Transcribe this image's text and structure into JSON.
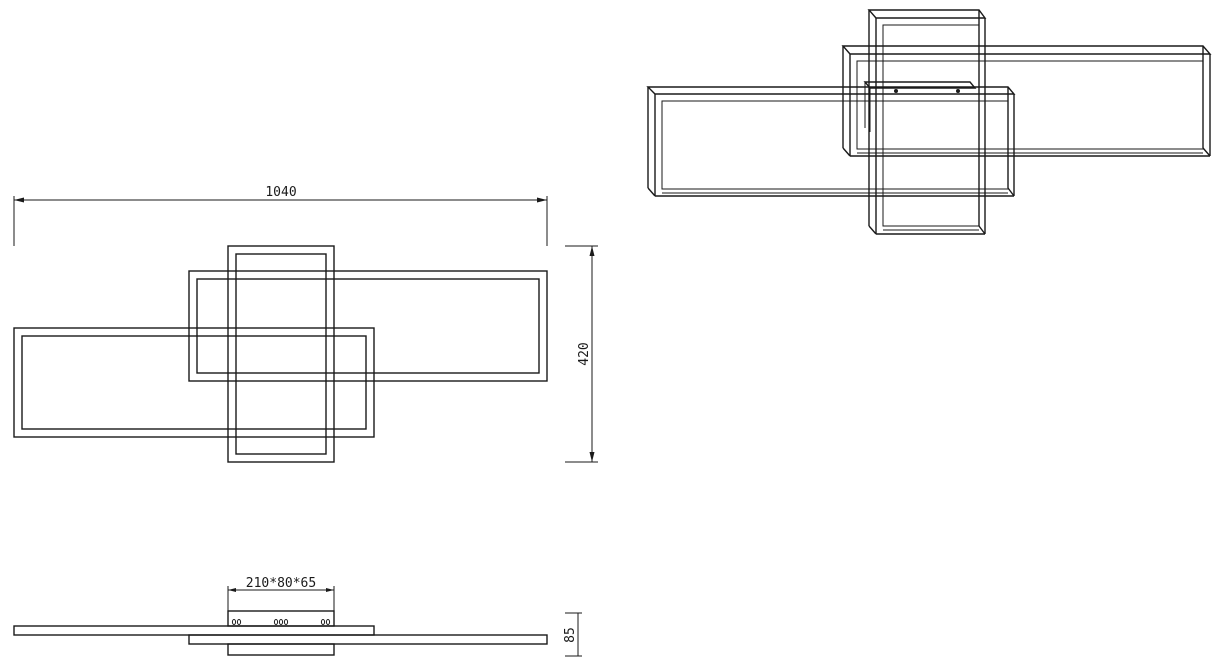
{
  "dimensions": {
    "width": "1040",
    "height": "420",
    "box": "210*80*65",
    "depth": "85"
  },
  "colors": {
    "line": "#1a1a1a",
    "background": "#ffffff"
  }
}
